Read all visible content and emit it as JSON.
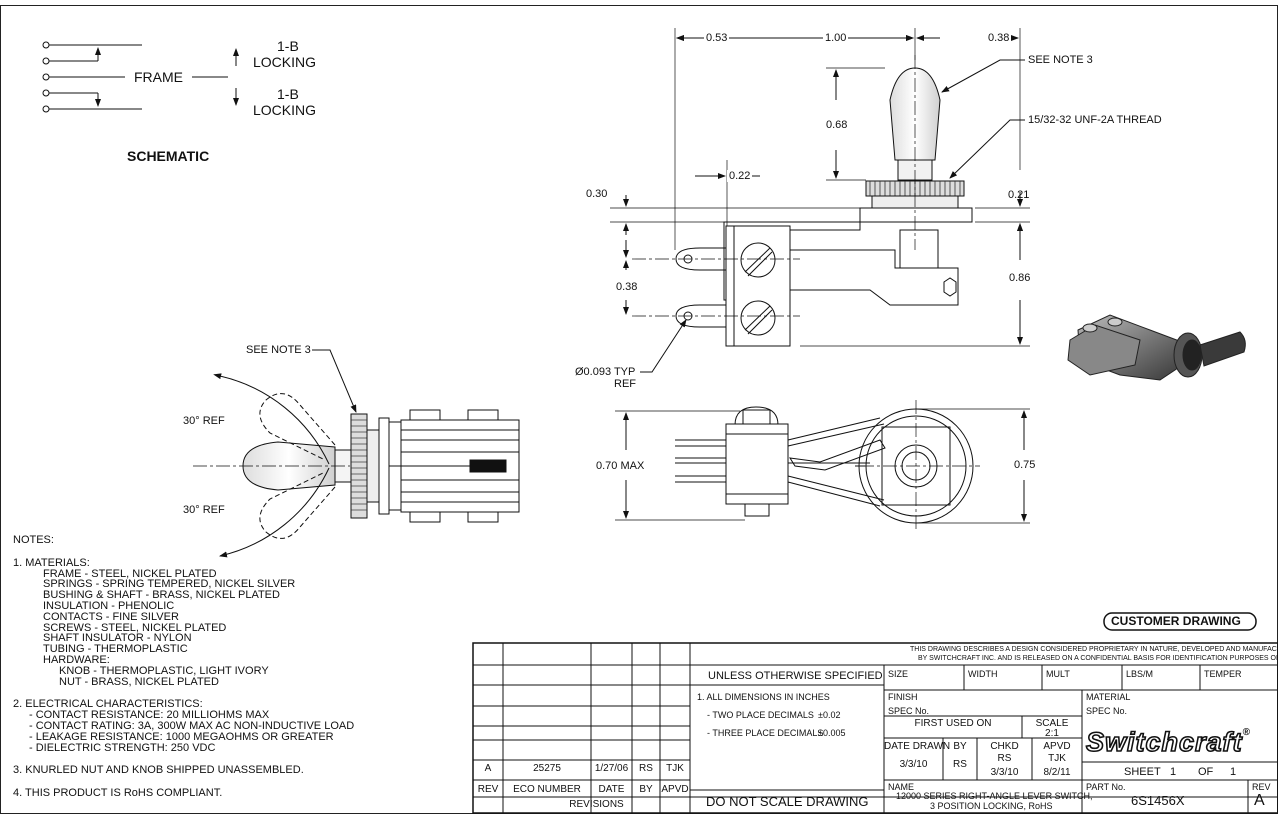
{
  "schematic": {
    "title": "SCHEMATIC",
    "frame_label": "FRAME",
    "locking_top": [
      "1-B",
      "LOCKING"
    ],
    "locking_bottom": [
      "1-B",
      "LOCKING"
    ]
  },
  "dimensions": {
    "d053": "0.53",
    "d100": "1.00",
    "d038a": "0.38",
    "see_note3_top": "SEE NOTE 3",
    "d068": "0.68",
    "thread": "15/32-32 UNF-2A THREAD",
    "d022": "0.22",
    "d030": "0.30",
    "d021": "0.21",
    "d038b": "0.38",
    "d086": "0.86",
    "hole": "Ø0.093 TYP",
    "hole_ref": "REF",
    "d070": "0.70 MAX",
    "d075": "0.75",
    "see_note3_side": "SEE NOTE 3",
    "ref30_top": "30° REF",
    "ref30_bottom": "30° REF"
  },
  "notes": {
    "heading": "NOTES:",
    "n1": "1.  MATERIALS:",
    "materials": [
      "FRAME - STEEL, NICKEL PLATED",
      "SPRINGS - SPRING TEMPERED, NICKEL SILVER",
      "BUSHING & SHAFT - BRASS, NICKEL PLATED",
      "INSULATION - PHENOLIC",
      "CONTACTS - FINE SILVER",
      "SCREWS - STEEL, NICKEL PLATED",
      "SHAFT INSULATOR - NYLON",
      "TUBING - THERMOPLASTIC",
      "HARDWARE:"
    ],
    "hardware": [
      "KNOB - THERMOPLASTIC, LIGHT IVORY",
      "NUT - BRASS, NICKEL PLATED"
    ],
    "n2": "2.  ELECTRICAL CHARACTERISTICS:",
    "electrical": [
      "- CONTACT RESISTANCE:  20 MILLIOHMS MAX",
      "- CONTACT RATING:  3A, 300W MAX AC NON-INDUCTIVE LOAD",
      "- LEAKAGE RESISTANCE:  1000 MEGAOHMS OR GREATER",
      "- DIELECTRIC STRENGTH:  250 VDC"
    ],
    "n3": "3.  KNURLED NUT AND KNOB SHIPPED UNASSEMBLED.",
    "n4": "4.  THIS PRODUCT IS RoHS COMPLIANT."
  },
  "title_block": {
    "customer_drawing": "CUSTOMER DRAWING",
    "proprietary_1": "THIS DRAWING DESCRIBES A DESIGN CONSIDERED PROPRIETARY IN NATURE, DEVELOPED AND MANUFACTURED",
    "proprietary_2": "BY SWITCHCRAFT INC. AND IS RELEASED ON A CONFIDENTIAL BASIS FOR IDENTIFICATION PURPOSES ONLY.",
    "unless": "UNLESS OTHERWISE SPECIFIED",
    "spec1": "1. ALL DIMENSIONS IN INCHES",
    "spec2": "- TWO PLACE DECIMALS",
    "spec2v": "±0.02",
    "spec3": "- THREE PLACE DECIMALS",
    "spec3v": "±0.005",
    "do_not_scale": "DO NOT SCALE DRAWING",
    "size": "SIZE",
    "width": "WIDTH",
    "mult": "MULT",
    "lbsm": "LBS/M",
    "temper": "TEMPER",
    "finish": "FINISH",
    "spec_no": "SPEC No.",
    "material": "MATERIAL",
    "spec_no2": "SPEC No.",
    "first_used_on": "FIRST USED ON",
    "scale": "SCALE",
    "scale_value": "2:1",
    "date_drawn": "DATE DRAWN",
    "date_drawn_v": "3/3/10",
    "by": "BY",
    "by_v": "RS",
    "chkd": "CHKD",
    "chkd_by": "RS",
    "chkd_date": "3/3/10",
    "apvd": "APVD",
    "apvd_by": "TJK",
    "apvd_date": "8/2/11",
    "sheet": "SHEET",
    "sheet_num": "1",
    "of": "OF",
    "sheet_total": "1",
    "name_label": "NAME",
    "name_1": "12000 SERIES RIGHT-ANGLE LEVER SWITCH,",
    "name_2": "3 POSITION LOCKING, RoHS",
    "part_label": "PART No.",
    "part_no": "6S1456X",
    "rev_label": "REV",
    "rev": "A",
    "brand": "Switchcraft",
    "brand_mark": "®"
  },
  "revisions": {
    "headers": [
      "REV",
      "ECO NUMBER",
      "DATE",
      "BY",
      "APVD"
    ],
    "row": [
      "A",
      "25275",
      "1/27/06",
      "RS",
      "TJK"
    ],
    "label": "REVISIONS"
  }
}
